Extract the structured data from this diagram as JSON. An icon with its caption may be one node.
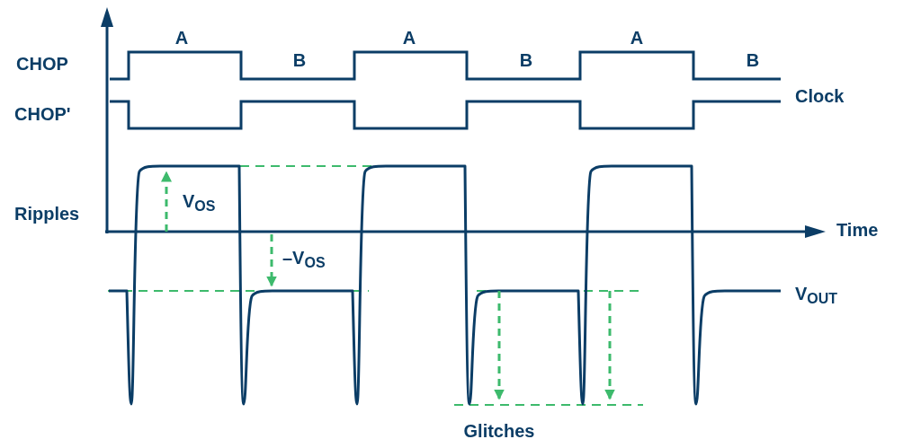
{
  "diagram": {
    "labels": [
      "A",
      "A",
      "A",
      "CHOP",
      "B",
      "B",
      "B",
      "Clock",
      "CHOP'",
      "V$_{OS}$",
      "Ripples",
      "Time",
      "–V$_{OS}$",
      "V$_{OUT}$",
      "Glitches"
    ]
  }
}
